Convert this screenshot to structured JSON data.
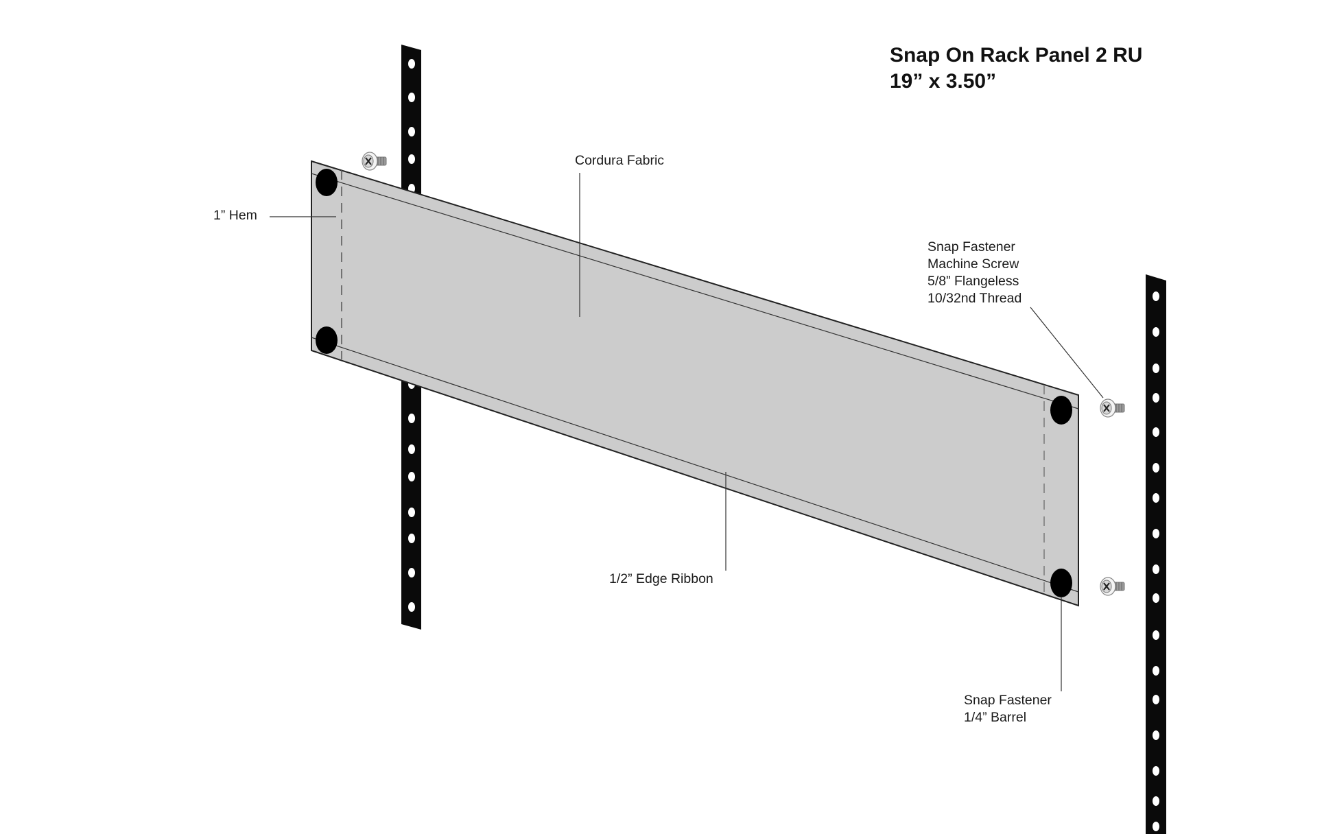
{
  "title": {
    "line1": "Snap On Rack Panel 2 RU",
    "line2": "19” x 3.50”"
  },
  "labels": {
    "cordura": "Cordura Fabric",
    "hem": "1” Hem",
    "screw": {
      "line1": "Snap Fastener",
      "line2": "Machine Screw",
      "line3": "5/8” Flangeless",
      "line4": "10/32nd Thread"
    },
    "ribbon": "1/2” Edge Ribbon",
    "barrel": {
      "line1": "Snap Fastener",
      "line2": "1/4” Barrel"
    }
  },
  "colors": {
    "fabric": "#cccccc",
    "rail": "#0a0a0a",
    "snap": "#000000",
    "outline": "#222222",
    "leader": "#333333"
  },
  "components": [
    "rack-rail-left",
    "rack-rail-right",
    "fabric-panel",
    "snap-fastener-x4",
    "machine-screw-x3"
  ]
}
